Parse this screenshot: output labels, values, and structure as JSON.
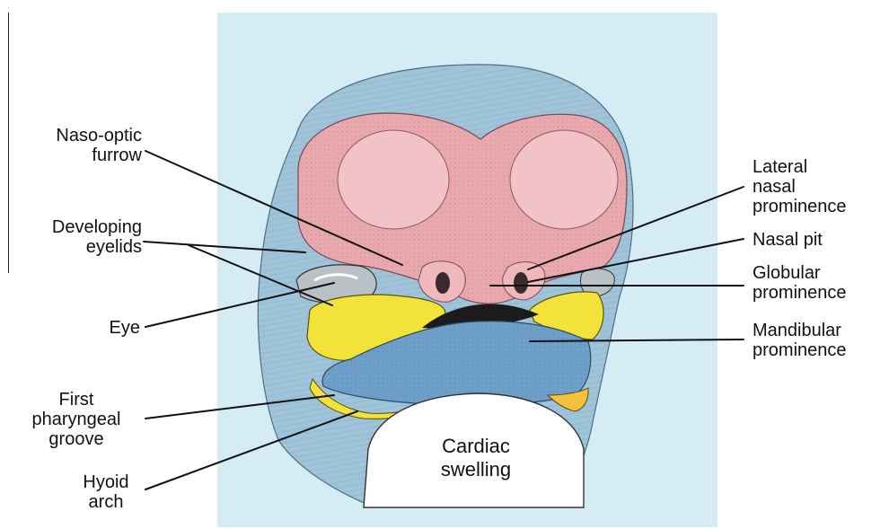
{
  "labels": {
    "naso_optic_furrow": [
      "Naso-optic",
      "furrow"
    ],
    "developing_eyelids": [
      "Developing",
      "eyelids"
    ],
    "eye": [
      "Eye"
    ],
    "first_pharyngeal_groove": [
      "First",
      "pharyngeal",
      "groove"
    ],
    "hyoid_arch": [
      "Hyoid",
      "arch"
    ],
    "lateral_nasal_prominence": [
      "Lateral",
      "nasal",
      "prominence"
    ],
    "nasal_pit": [
      "Nasal pit"
    ],
    "globular_prominence": [
      "Globular",
      "prominence"
    ],
    "mandibular_prominence": [
      "Mandibular",
      "prominence"
    ],
    "cardiac_swelling": [
      "Cardiac",
      "swelling"
    ]
  },
  "colors": {
    "background_panel": "#d6ecf5",
    "head_outline": "#9fc4d9",
    "frontonasal": "#e9a8ad",
    "maxillary": "#f2e23a",
    "mandibular": "#6e9fc8",
    "eye": "#b9c0c6",
    "cardiac": "#ffffff",
    "leader_lines": "#111111"
  }
}
